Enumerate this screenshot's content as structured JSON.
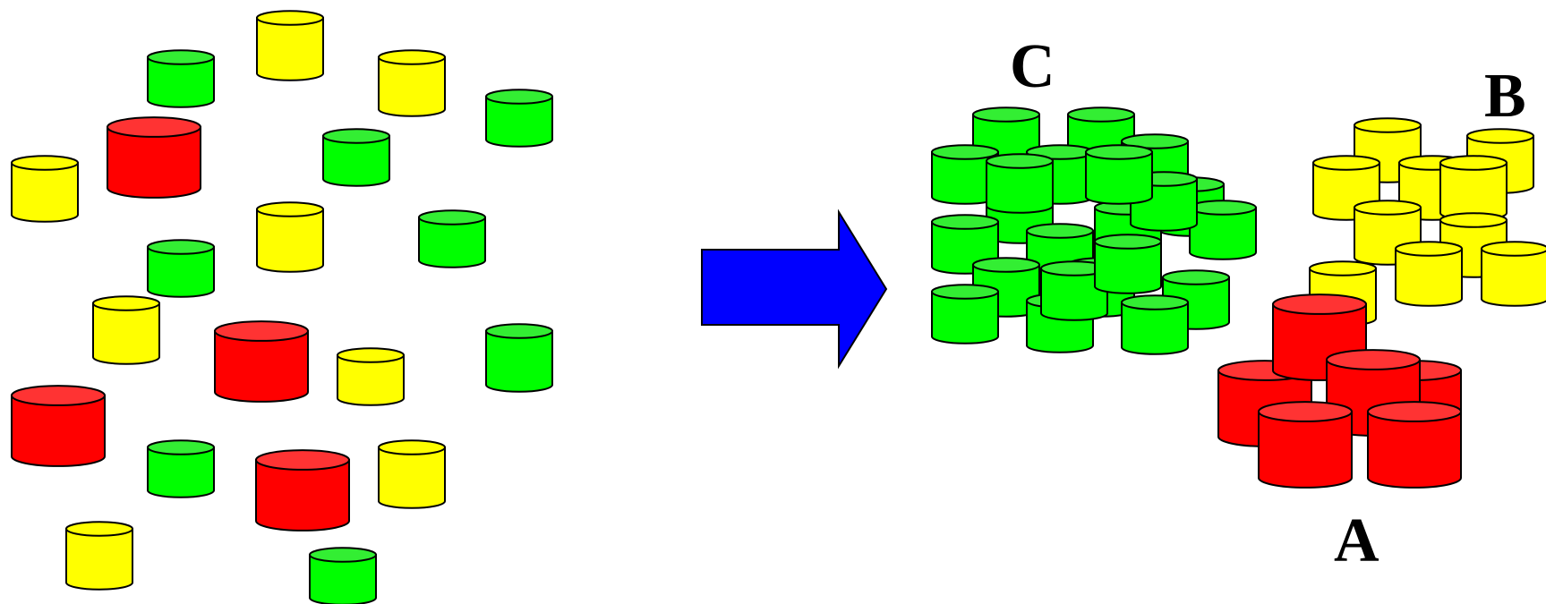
{
  "colors": {
    "red": {
      "body": "#ff0000",
      "top": "#ff3333"
    },
    "yellow": {
      "body": "#ffff00",
      "top": "#ffff00"
    },
    "green": {
      "body": "#00ff00",
      "top": "#33ee33"
    },
    "arrow": "#0000ff",
    "stroke": "#000000"
  },
  "labels": {
    "a": "A",
    "b": "B",
    "c": "C"
  },
  "scattered_items": [
    "yellow",
    "green",
    "yellow",
    "green",
    "red",
    "green",
    "yellow",
    "yellow",
    "green",
    "green",
    "yellow",
    "red",
    "green",
    "yellow",
    "red",
    "green",
    "red",
    "yellow",
    "yellow",
    "green"
  ],
  "clusters": {
    "a": {
      "color": "red",
      "count": 6
    },
    "b": {
      "color": "yellow",
      "count": 10
    },
    "c": {
      "color": "green",
      "count": 22
    }
  },
  "arrow_direction": "right"
}
